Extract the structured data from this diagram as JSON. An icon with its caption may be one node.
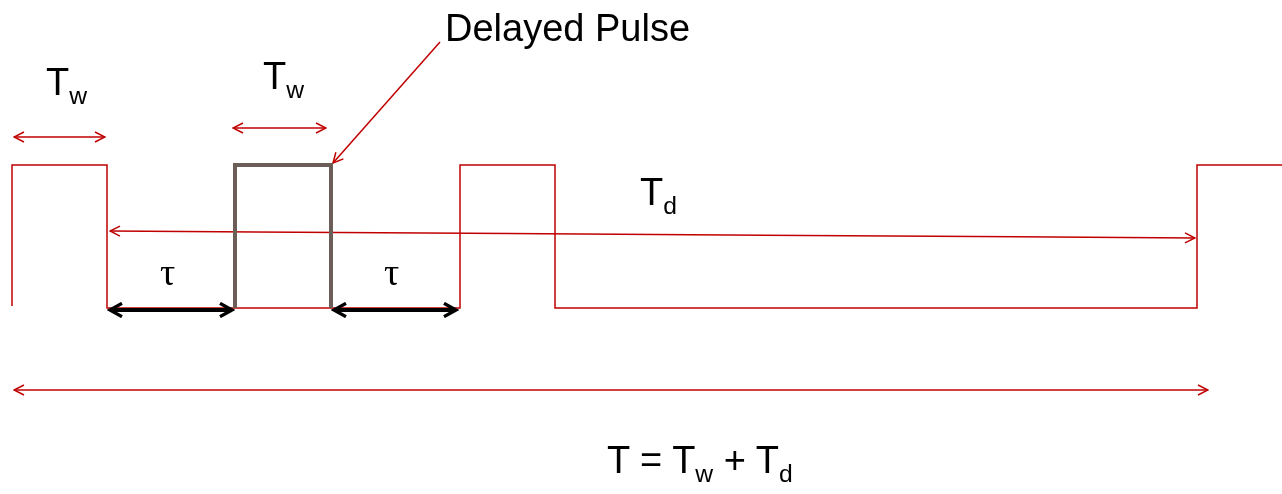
{
  "diagram": {
    "nodes": [
      {
        "text": [
          "Delayed Pulse"
        ]
      },
      {
        "text": [],
        "shape": "box"
      }
    ],
    "edges": [
      {
        "from": 0,
        "to": 1,
        "arrow": "to"
      }
    ],
    "labels": [
      "T$_{w}$",
      "T$_{w}$",
      "T$_{d}$",
      "τ",
      "τ",
      "T = T$_{w}$ + T$_{d}$"
    ]
  }
}
